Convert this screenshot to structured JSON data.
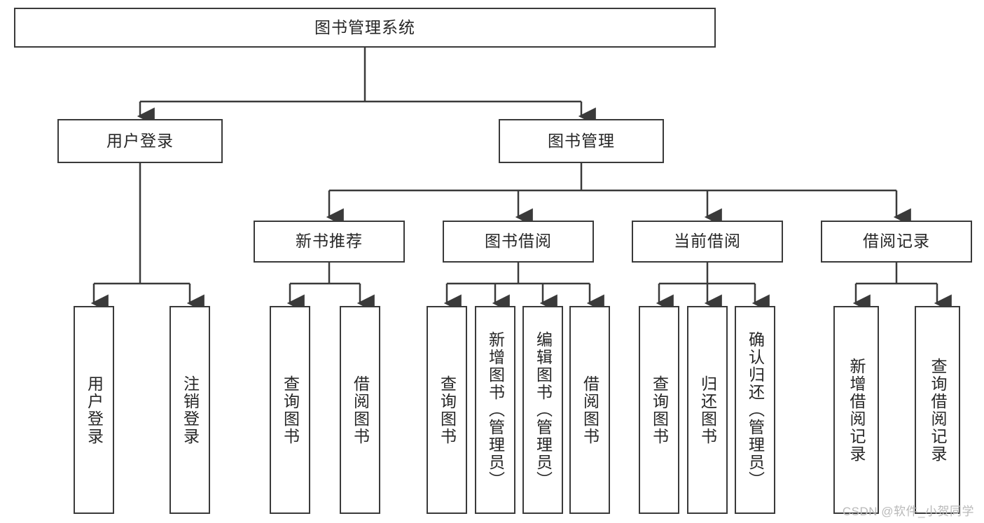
{
  "diagram": {
    "type": "tree-hierarchy-chart",
    "title": "图书管理系统",
    "stroke_color": "#3a3a3a",
    "text_color": "#262626",
    "background_color": "#ffffff",
    "watermark": "CSDN @软件_小贺同学",
    "watermark_color": "#b9b9b9"
  },
  "nodes": {
    "root": {
      "label": "图书管理系统",
      "level": 1,
      "orientation": "horizontal"
    },
    "level2": [
      {
        "id": "user-login",
        "label": "用户登录",
        "level": 2,
        "orientation": "horizontal"
      },
      {
        "id": "book-management",
        "label": "图书管理",
        "level": 2,
        "orientation": "horizontal"
      }
    ],
    "level3": [
      {
        "id": "new-book-recommend",
        "label": "新书推荐",
        "level": 3,
        "orientation": "horizontal",
        "parent": "book-management"
      },
      {
        "id": "book-borrow",
        "label": "图书借阅",
        "level": 3,
        "orientation": "horizontal",
        "parent": "book-management"
      },
      {
        "id": "current-borrow",
        "label": "当前借阅",
        "level": 3,
        "orientation": "horizontal",
        "parent": "book-management"
      },
      {
        "id": "borrow-record",
        "label": "借阅记录",
        "level": 3,
        "orientation": "horizontal",
        "parent": "book-management"
      }
    ],
    "leaves": [
      {
        "id": "leaf-user-login",
        "label": "用户登录",
        "parent": "user-login",
        "orientation": "vertical"
      },
      {
        "id": "leaf-user-logout",
        "label": "注销登录",
        "parent": "user-login",
        "orientation": "vertical"
      },
      {
        "id": "leaf-query-book-rec",
        "label": "查询图书",
        "parent": "new-book-recommend",
        "orientation": "vertical"
      },
      {
        "id": "leaf-borrow-book-rec",
        "label": "借阅图书",
        "parent": "new-book-recommend",
        "orientation": "vertical"
      },
      {
        "id": "leaf-query-book-borrow",
        "label": "查询图书",
        "parent": "book-borrow",
        "orientation": "vertical"
      },
      {
        "id": "leaf-add-book",
        "label": "新增图书（管理员）",
        "parent": "book-borrow",
        "orientation": "vertical"
      },
      {
        "id": "leaf-edit-book",
        "label": "编辑图书（管理员）",
        "parent": "book-borrow",
        "orientation": "vertical"
      },
      {
        "id": "leaf-borrow-book",
        "label": "借阅图书",
        "parent": "book-borrow",
        "orientation": "vertical"
      },
      {
        "id": "leaf-query-book-current",
        "label": "查询图书",
        "parent": "current-borrow",
        "orientation": "vertical"
      },
      {
        "id": "leaf-return-book",
        "label": "归还图书",
        "parent": "current-borrow",
        "orientation": "vertical"
      },
      {
        "id": "leaf-confirm-return",
        "label": "确认归还（管理员）",
        "parent": "current-borrow",
        "orientation": "vertical"
      },
      {
        "id": "leaf-add-record",
        "label": "新增借阅记录",
        "parent": "borrow-record",
        "orientation": "vertical"
      },
      {
        "id": "leaf-query-record",
        "label": "查询借阅记录",
        "parent": "borrow-record",
        "orientation": "vertical"
      }
    ]
  }
}
